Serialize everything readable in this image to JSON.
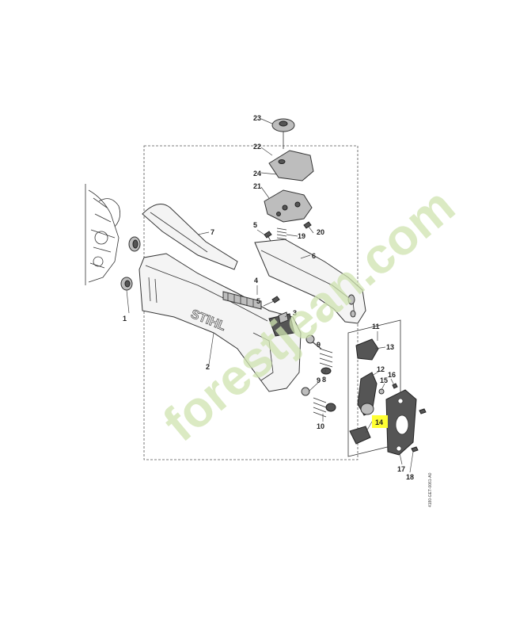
{
  "watermark": {
    "text": "forestjean.com",
    "color_green": "#cfe3b0",
    "color_brown": "#d9c0b0"
  },
  "brand_on_housing": "STIHL",
  "reference_code": "4180-GET-0061-A0",
  "highlight_color": "#ffff33",
  "callouts": [
    {
      "id": "c1",
      "label": "1"
    },
    {
      "id": "c2",
      "label": "2"
    },
    {
      "id": "c3",
      "label": "3"
    },
    {
      "id": "c4",
      "label": "4"
    },
    {
      "id": "c5a",
      "label": "5"
    },
    {
      "id": "c5b",
      "label": "5"
    },
    {
      "id": "c6",
      "label": "6"
    },
    {
      "id": "c7",
      "label": "7"
    },
    {
      "id": "c8",
      "label": "8"
    },
    {
      "id": "c9a",
      "label": "9"
    },
    {
      "id": "c9b",
      "label": "9"
    },
    {
      "id": "c10",
      "label": "10"
    },
    {
      "id": "c11",
      "label": "11"
    },
    {
      "id": "c12",
      "label": "12"
    },
    {
      "id": "c13",
      "label": "13"
    },
    {
      "id": "c14",
      "label": "14",
      "highlighted": true
    },
    {
      "id": "c15",
      "label": "15"
    },
    {
      "id": "c16",
      "label": "16"
    },
    {
      "id": "c17",
      "label": "17"
    },
    {
      "id": "c18",
      "label": "18"
    },
    {
      "id": "c19",
      "label": "19"
    },
    {
      "id": "c20",
      "label": "20"
    },
    {
      "id": "c21",
      "label": "21"
    },
    {
      "id": "c22",
      "label": "22"
    },
    {
      "id": "c23",
      "label": "23"
    },
    {
      "id": "c24",
      "label": "24"
    }
  ]
}
